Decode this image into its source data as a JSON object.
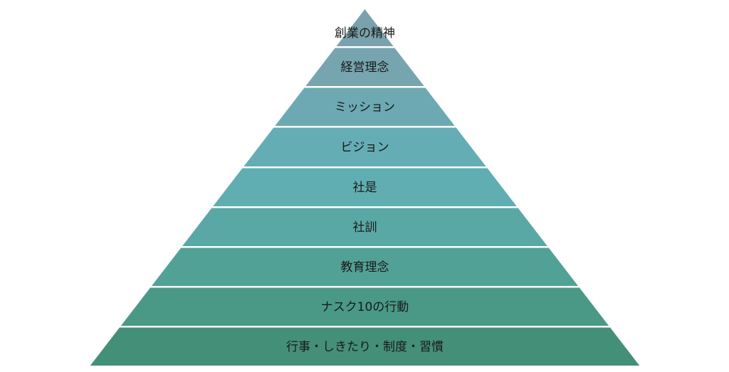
{
  "pyramid": {
    "levels": [
      {
        "label": "創業の精神",
        "color": "#7aa2ad"
      },
      {
        "label": "経営理念",
        "color": "#76a5b0"
      },
      {
        "label": "ミッション",
        "color": "#6da9b3"
      },
      {
        "label": "ビジョン",
        "color": "#65adb5"
      },
      {
        "label": "社是",
        "color": "#60aeb1"
      },
      {
        "label": "社訓",
        "color": "#5aa8a6"
      },
      {
        "label": "教育理念",
        "color": "#52a196"
      },
      {
        "label": "ナスク10の行動",
        "color": "#4a9987"
      },
      {
        "label": "行事・しきたり・制度・習慣",
        "color": "#448f78"
      }
    ]
  }
}
